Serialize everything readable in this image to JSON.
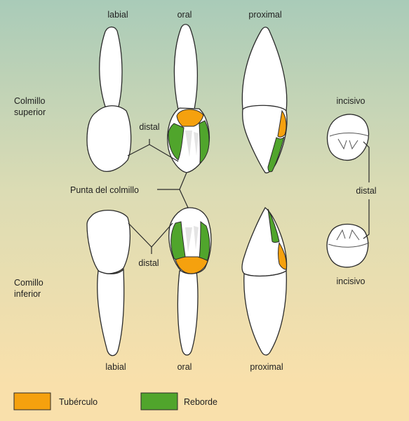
{
  "labels": {
    "top_labial": "labial",
    "top_oral": "oral",
    "top_proximal": "proximal",
    "upper_canine_line1": "Colmillo",
    "upper_canine_line2": "superior",
    "upper_incisal": "incisivo",
    "distal_upper": "distal",
    "cusp_tip": "Punta del colmillo",
    "distal_right": "distal",
    "distal_lower": "distal",
    "lower_canine_line1": "Comillo",
    "lower_canine_line2": "inferior",
    "lower_incisal": "incisivo",
    "bottom_labial": "labial",
    "bottom_oral": "oral",
    "bottom_proximal": "proximal"
  },
  "legend": [
    {
      "name": "Tubérculo",
      "color": "#f5a10e"
    },
    {
      "name": "Reborde",
      "color": "#50a52c"
    }
  ],
  "colors": {
    "background_top": "#a9cbb8",
    "background_bottom": "#f9e0ab",
    "tubercle": "#f5a10e",
    "ridge": "#50a52c"
  }
}
